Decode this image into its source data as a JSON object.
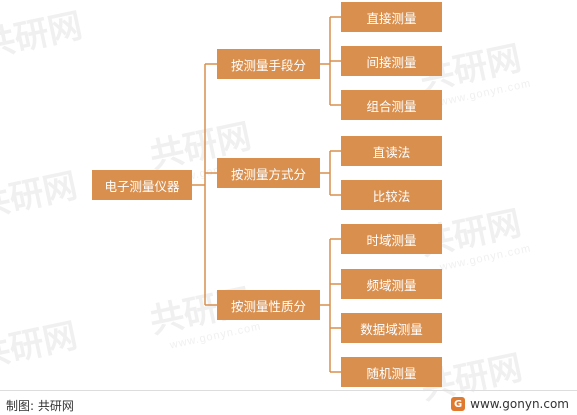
{
  "diagram": {
    "root": {
      "label": "电子测量仪器"
    },
    "branches": [
      {
        "label": "按测量手段分",
        "leaves": [
          "直接测量",
          "间接测量",
          "组合测量"
        ]
      },
      {
        "label": "按测量方式分",
        "leaves": [
          "直读法",
          "比较法"
        ]
      },
      {
        "label": "按测量性质分",
        "leaves": [
          "时域测量",
          "频域测量",
          "数据域测量",
          "随机测量"
        ]
      }
    ]
  },
  "watermark": {
    "text": "共研网",
    "sub": "www.gonyn.com"
  },
  "footer": {
    "source": "制图: 共研网",
    "site": "www.gonyn.com",
    "logo_glyph": "G"
  },
  "colors": {
    "node": "#d98f4e",
    "line": "#d98f4e"
  }
}
